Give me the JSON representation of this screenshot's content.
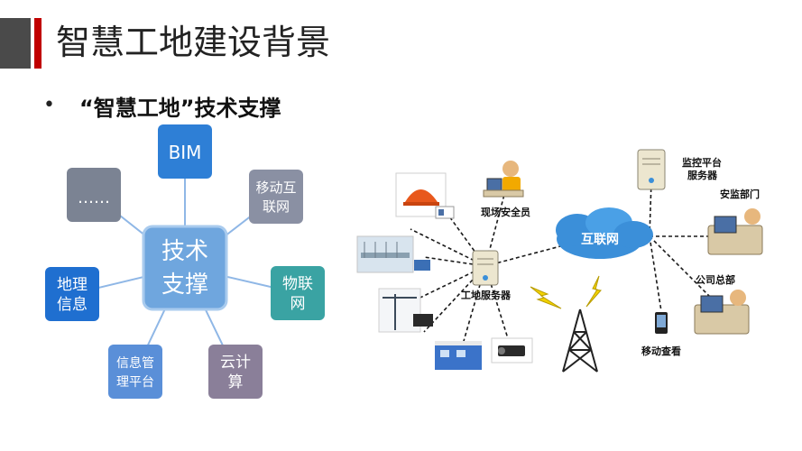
{
  "header": {
    "title": "智慧工地建设背景",
    "bullet": "•",
    "subtitle": "“智慧工地”技术支撑"
  },
  "radial": {
    "center": [
      "技术",
      "支撑"
    ],
    "nodes": [
      {
        "id": "bim",
        "lines": [
          "BIM"
        ],
        "color": "#2e7fd6"
      },
      {
        "id": "mobile",
        "lines": [
          "移动互",
          "联网"
        ],
        "color": "#8a90a3"
      },
      {
        "id": "iot",
        "lines": [
          "物联",
          "网"
        ],
        "color": "#3aa3a3"
      },
      {
        "id": "cloud",
        "lines": [
          "云计",
          "算"
        ],
        "color": "#8a7f99"
      },
      {
        "id": "info",
        "lines": [
          "信息管",
          "理平台"
        ],
        "color": "#5a8fd8"
      },
      {
        "id": "geo",
        "lines": [
          "地理",
          "信息"
        ],
        "color": "#1f6fd0"
      },
      {
        "id": "more",
        "lines": [
          "……"
        ],
        "color": "#7b8393"
      }
    ]
  },
  "network": {
    "cloud_label": "互联网",
    "labels": {
      "monitor": [
        "监控平台",
        "服务器"
      ],
      "safety_dept": "安监部门",
      "hq": "公司总部",
      "mobile": "移动查看",
      "safety_officer": "现场安全员",
      "site_server": "工地服务器"
    }
  }
}
